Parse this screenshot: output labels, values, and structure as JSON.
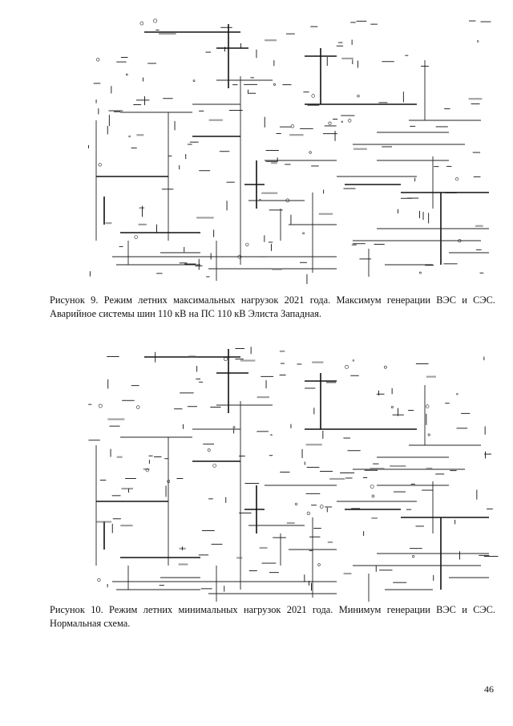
{
  "figures": [
    {
      "caption": "Рисунок 9. Режим летних максимальных нагрузок 2021 года. Максимум генерации ВЭС и СЭС. Аварийное системы шин 110 кВ на ПС 110 кВ Элиста Западная."
    },
    {
      "caption": "Рисунок 10. Режим летних минимальных нагрузок 2021 года. Минимум генерации ВЭС и СЭС. Нормальная схема."
    }
  ],
  "page_number": "46"
}
